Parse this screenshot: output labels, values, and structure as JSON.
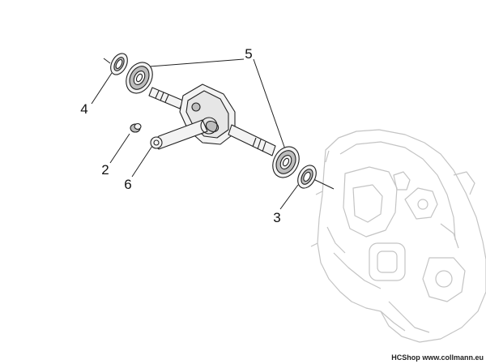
{
  "callouts": [
    {
      "id": "4",
      "label": "4"
    },
    {
      "id": "5",
      "label": "5"
    },
    {
      "id": "2",
      "label": "2"
    },
    {
      "id": "6",
      "label": "6"
    },
    {
      "id": "3",
      "label": "3"
    }
  ],
  "footer": {
    "shop": "HCShop",
    "site": "www.collmann.eu"
  },
  "colors": {
    "line": "#222222",
    "ghost": "#c4c4c4",
    "part_fill": "#f3f3f3",
    "part_shade": "#bdbdbd"
  }
}
